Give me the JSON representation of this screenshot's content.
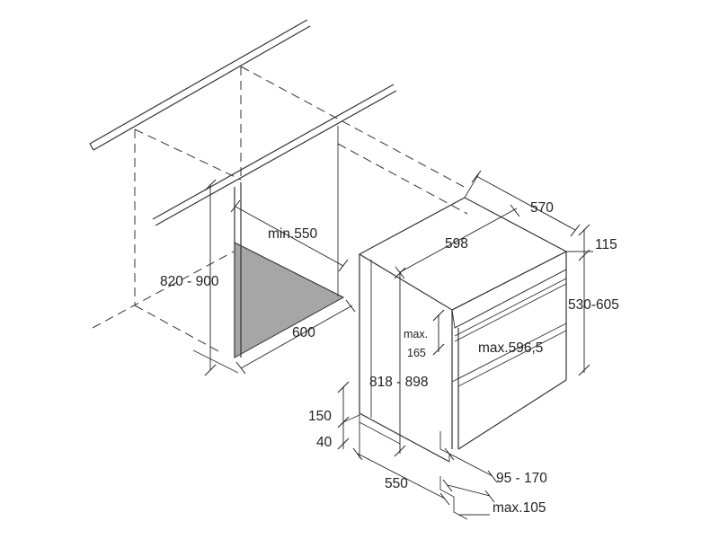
{
  "dimensions": {
    "depth_570": "570",
    "width_598": "598",
    "height_115": "115",
    "door_530_605": "530-605",
    "niche_min_550": "min.550",
    "niche_height": "820 - 900",
    "niche_width": "600",
    "max_label": "max.",
    "max_165": "165",
    "door_max": "max.596,5",
    "body_height": "818 - 898",
    "plinth_150": "150",
    "plinth_40": "40",
    "depth_550": "550",
    "plinth_95_170": "95 - 170",
    "max_105": "max.105"
  },
  "colors": {
    "line": "#333333",
    "niche_shade": "#a6a6a6"
  }
}
